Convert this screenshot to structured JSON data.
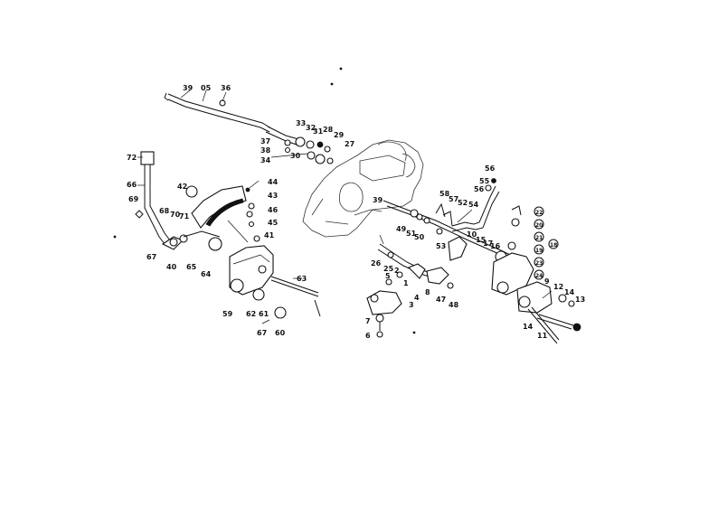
{
  "diagram": {
    "callouts": [
      "39",
      "05",
      "36",
      "33",
      "32",
      "31",
      "28",
      "29",
      "37",
      "38",
      "34",
      "30",
      "27",
      "72",
      "66",
      "69",
      "42",
      "44",
      "43",
      "46",
      "45",
      "68",
      "70",
      "71",
      "67",
      "40",
      "65",
      "64",
      "41",
      "63",
      "59",
      "62",
      "61",
      "67",
      "60",
      "56",
      "55",
      "56",
      "58",
      "57",
      "52",
      "54",
      "39",
      "49",
      "51",
      "50",
      "53",
      "10",
      "15",
      "17",
      "16",
      "26",
      "25",
      "2",
      "1",
      "5",
      "4",
      "47",
      "48",
      "3",
      "8",
      "7",
      "6",
      "9",
      "12",
      "14",
      "13",
      "14",
      "11",
      "22",
      "20",
      "21",
      "19",
      "18",
      "23",
      "24"
    ]
  }
}
